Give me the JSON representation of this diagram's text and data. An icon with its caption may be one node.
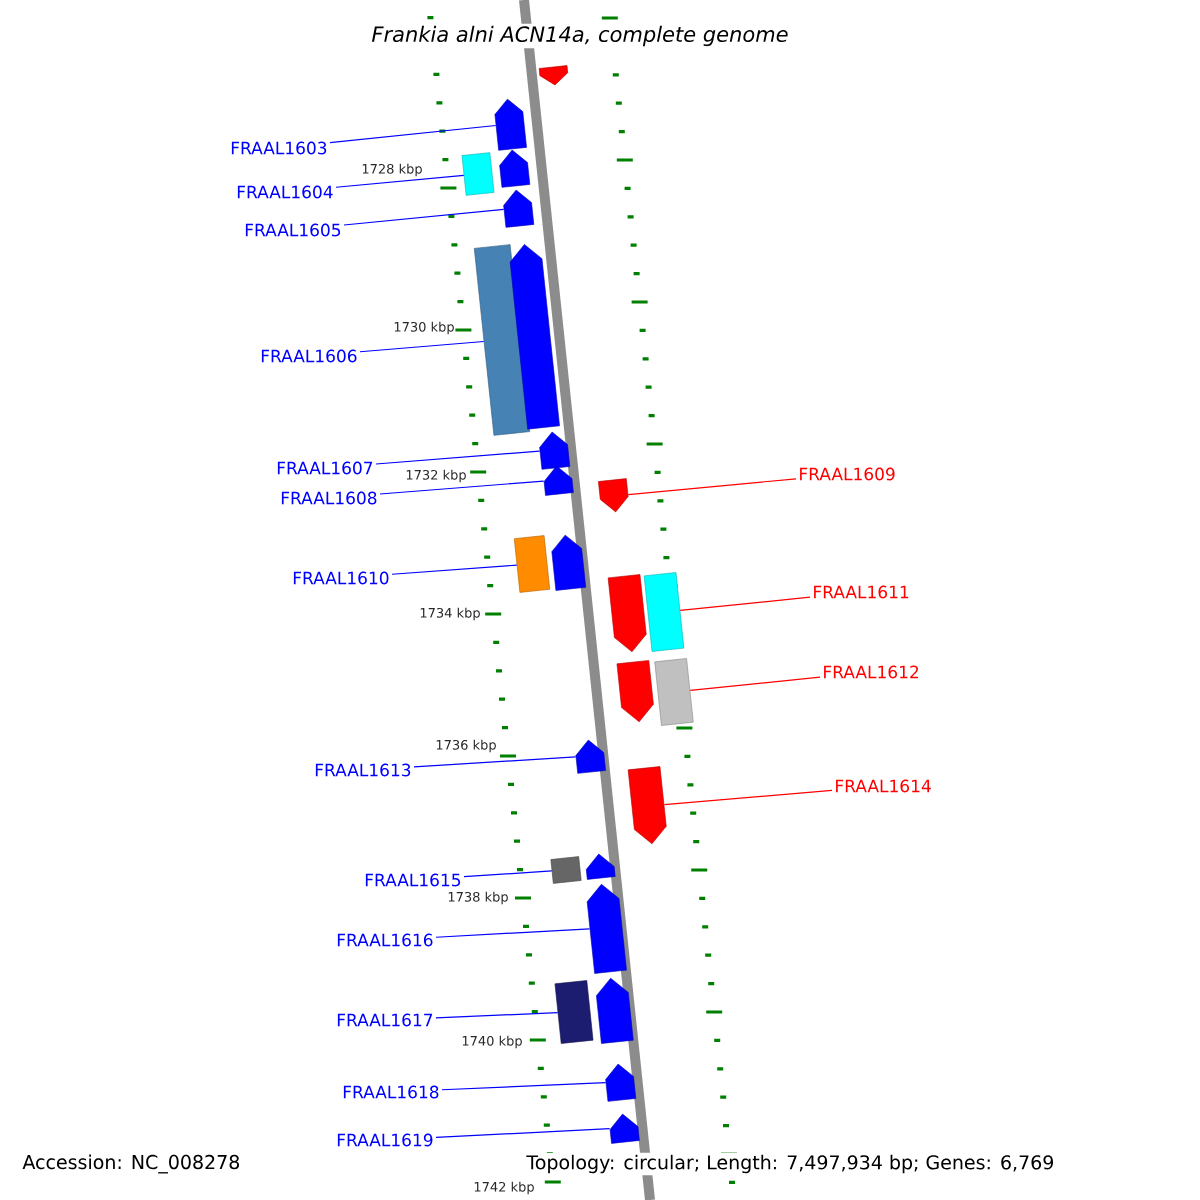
{
  "diagram": {
    "title": "Frankia alni ACN14a, complete genome",
    "nodes": [
      {
        "text": [
          "FRAAL1603"
        ]
      },
      {
        "text": [
          "FRAAL1604"
        ]
      },
      {
        "text": [
          "FRAAL1605"
        ]
      },
      {
        "text": [
          "FRAAL1606"
        ]
      },
      {
        "text": [
          "FRAAL1607"
        ]
      },
      {
        "text": [
          "FRAAL1608"
        ]
      },
      {
        "text": [
          "FRAAL1609"
        ]
      },
      {
        "text": [
          "FRAAL1610"
        ]
      },
      {
        "text": [
          "FRAAL1611"
        ]
      },
      {
        "text": [
          "FRAAL1612"
        ]
      },
      {
        "text": [
          "FRAAL1613"
        ]
      },
      {
        "text": [
          "FRAAL1614"
        ]
      },
      {
        "text": [
          "FRAAL1615"
        ]
      },
      {
        "text": [
          "FRAAL1616"
        ]
      },
      {
        "text": [
          "FRAAL1617"
        ]
      },
      {
        "text": [
          "FRAAL1618"
        ]
      },
      {
        "text": [
          "FRAAL1619"
        ]
      },
      {
        "text": [],
        "shape": "pentagon"
      },
      {
        "text": [],
        "shape": "pentagon"
      },
      {
        "text": [],
        "shape": "box"
      },
      {
        "text": [],
        "shape": "pentagon"
      },
      {
        "text": [],
        "shape": "pentagon"
      },
      {
        "text": [],
        "shape": "box"
      },
      {
        "text": [],
        "shape": "pentagon"
      },
      {
        "text": [],
        "shape": "pentagon"
      },
      {
        "text": [],
        "shape": "pentagon"
      },
      {
        "text": [],
        "shape": "pentagon"
      },
      {
        "text": [],
        "shape": "box"
      },
      {
        "text": [],
        "shape": "pentagon"
      },
      {
        "text": [],
        "shape": "pentagon"
      },
      {
        "text": [],
        "shape": "box"
      },
      {
        "text": [],
        "shape": "pentagon"
      },
      {
        "text": [],
        "shape": "box"
      },
      {
        "text": [],
        "shape": "pentagon"
      },
      {
        "text": [],
        "shape": "pentagon"
      },
      {
        "text": [],
        "shape": "box"
      },
      {
        "text": [],
        "shape": "pentagon"
      },
      {
        "text": [],
        "shape": "pentagon"
      },
      {
        "text": [],
        "shape": "box"
      },
      {
        "text": [],
        "shape": "pentagon"
      },
      {
        "text": [],
        "shape": "pentagon"
      },
      {
        "text": [],
        "shape": "pentagon"
      }
    ],
    "edges": [
      {
        "from": 0,
        "to": 18,
        "arrow": "none"
      },
      {
        "from": 1,
        "to": 19,
        "arrow": "none"
      },
      {
        "from": 2,
        "to": 21,
        "arrow": "none"
      },
      {
        "from": 3,
        "to": 22,
        "arrow": "none"
      },
      {
        "from": 4,
        "to": 24,
        "arrow": "none"
      },
      {
        "from": 5,
        "to": 25,
        "arrow": "none"
      },
      {
        "from": 6,
        "to": 26,
        "arrow": "none",
        "color": "#ff0000"
      },
      {
        "from": 7,
        "to": 27,
        "arrow": "none"
      },
      {
        "from": 8,
        "to": 30,
        "arrow": "none",
        "color": "#ff0000"
      },
      {
        "from": 9,
        "to": 32,
        "arrow": "none",
        "color": "#ff0000"
      },
      {
        "from": 10,
        "to": 33,
        "arrow": "none"
      },
      {
        "from": 11,
        "to": 34,
        "arrow": "none",
        "color": "#ff0000"
      },
      {
        "from": 12,
        "to": 35,
        "arrow": "none"
      },
      {
        "from": 13,
        "to": 37,
        "arrow": "none"
      },
      {
        "from": 14,
        "to": 38,
        "arrow": "none"
      },
      {
        "from": 15,
        "to": 40,
        "arrow": "none"
      },
      {
        "from": 16,
        "to": 41,
        "arrow": "none"
      }
    ],
    "labels": [
      "1728 kbp",
      "1730 kbp",
      "1732 kbp",
      "1734 kbp",
      "1736 kbp",
      "1738 kbp",
      "1740 kbp",
      "1742 kbp",
      "Accession: NC_008278",
      "Topology: circular; Length: 7,497,934 bp; Genes: 6,769"
    ]
  }
}
